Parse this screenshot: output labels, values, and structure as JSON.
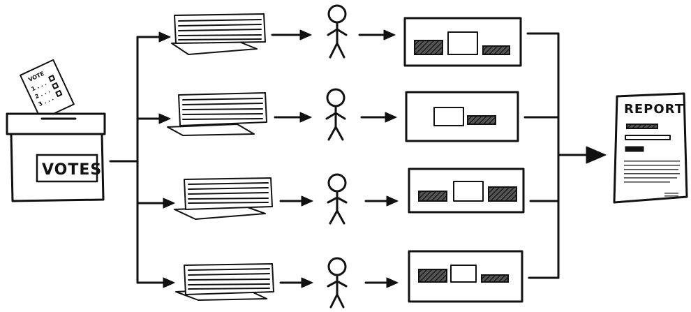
{
  "ballot_box": {
    "label": "VOTES",
    "ballot_title": "VOTE"
  },
  "report": {
    "title": "REPORT"
  },
  "pipelines": [
    {
      "stage": "stack-1"
    },
    {
      "stage": "stack-2"
    },
    {
      "stage": "stack-3"
    },
    {
      "stage": "stack-4"
    }
  ]
}
